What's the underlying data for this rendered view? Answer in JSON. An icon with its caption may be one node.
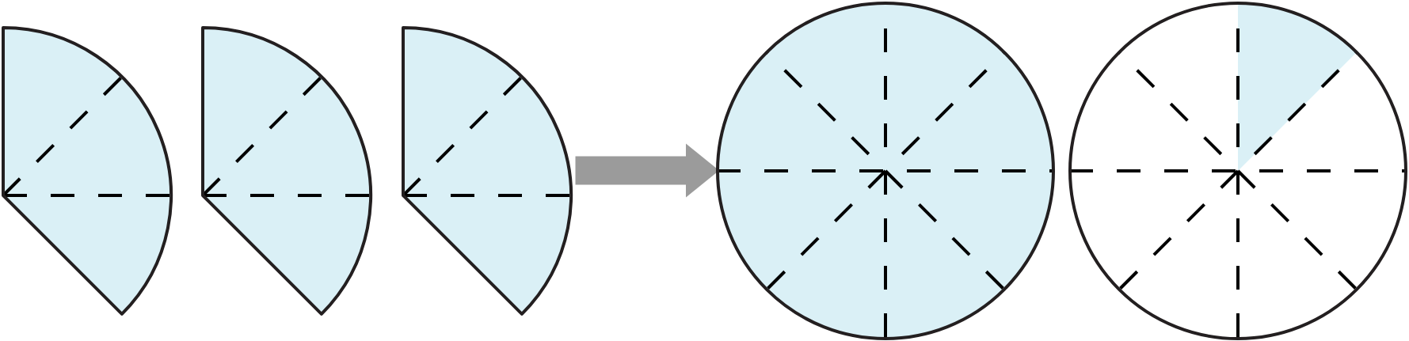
{
  "diagram": {
    "nodes": [
      {
        "text": [],
        "shape": "wedge"
      },
      {
        "text": [],
        "shape": "wedge"
      },
      {
        "text": [],
        "shape": "wedge"
      },
      {
        "text": [],
        "shape": "circle"
      },
      {
        "text": [],
        "shape": "circle"
      }
    ],
    "edges": [
      {
        "from": 2,
        "to": 3,
        "arrow": "to"
      }
    ]
  }
}
